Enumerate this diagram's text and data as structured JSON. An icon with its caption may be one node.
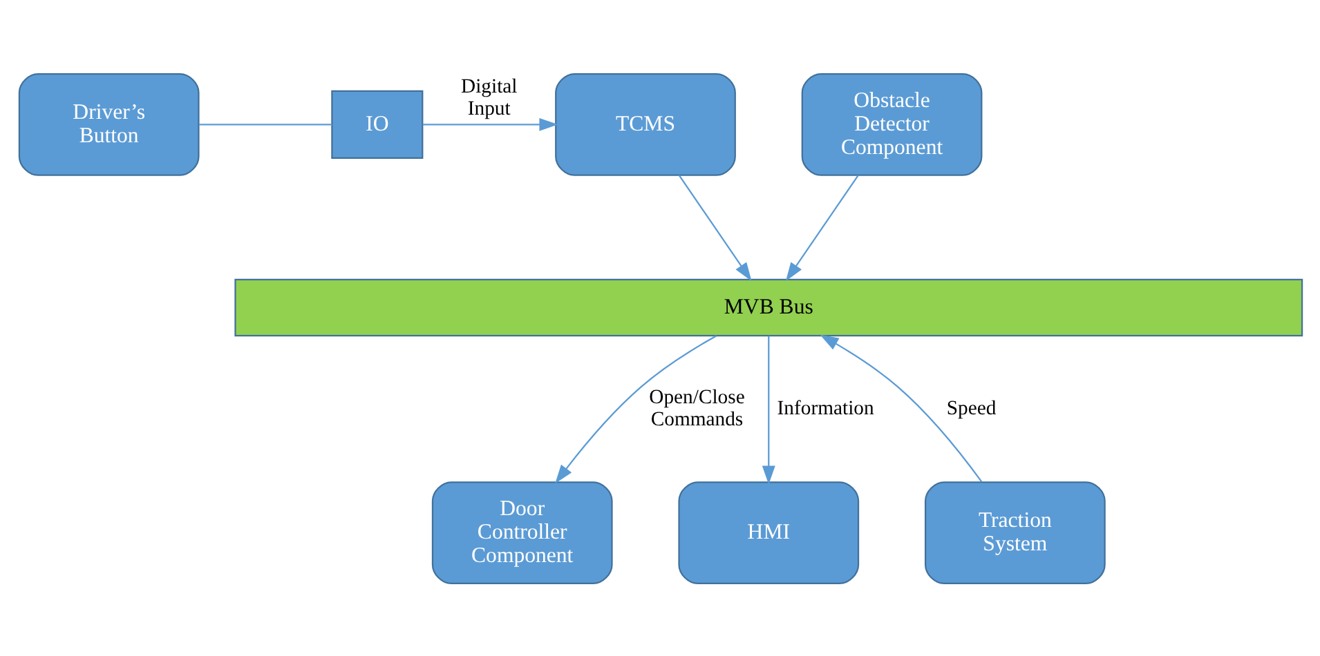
{
  "diagram": {
    "nodes": [
      {
        "text": [
          "Driver’s Button"
        ]
      },
      {
        "text": [
          "IO"
        ]
      },
      {
        "text": [
          "TCMS"
        ]
      },
      {
        "text": [
          "Obstacle Detector Component"
        ]
      },
      {
        "text": [
          "MVB Bus"
        ]
      },
      {
        "text": [
          "Traction System"
        ]
      },
      {
        "text": [
          "Door Controller Component"
        ]
      },
      {
        "text": [
          "HMI"
        ]
      }
    ],
    "edges": [
      {
        "from": 0,
        "to": 1,
        "arrow": "none"
      },
      {
        "from": 1,
        "to": 2,
        "arrow": "to",
        "label": "Digital Input"
      },
      {
        "from": 2,
        "to": 4,
        "arrow": "to"
      },
      {
        "from": 3,
        "to": 4,
        "arrow": "to"
      },
      {
        "from": 5,
        "to": 4,
        "arrow": "to",
        "label": "Speed"
      },
      {
        "from": 4,
        "to": 6,
        "arrow": "to",
        "label": "Open/Close Commands"
      },
      {
        "from": 4,
        "to": 7,
        "arrow": "to",
        "label": "Information"
      }
    ]
  }
}
